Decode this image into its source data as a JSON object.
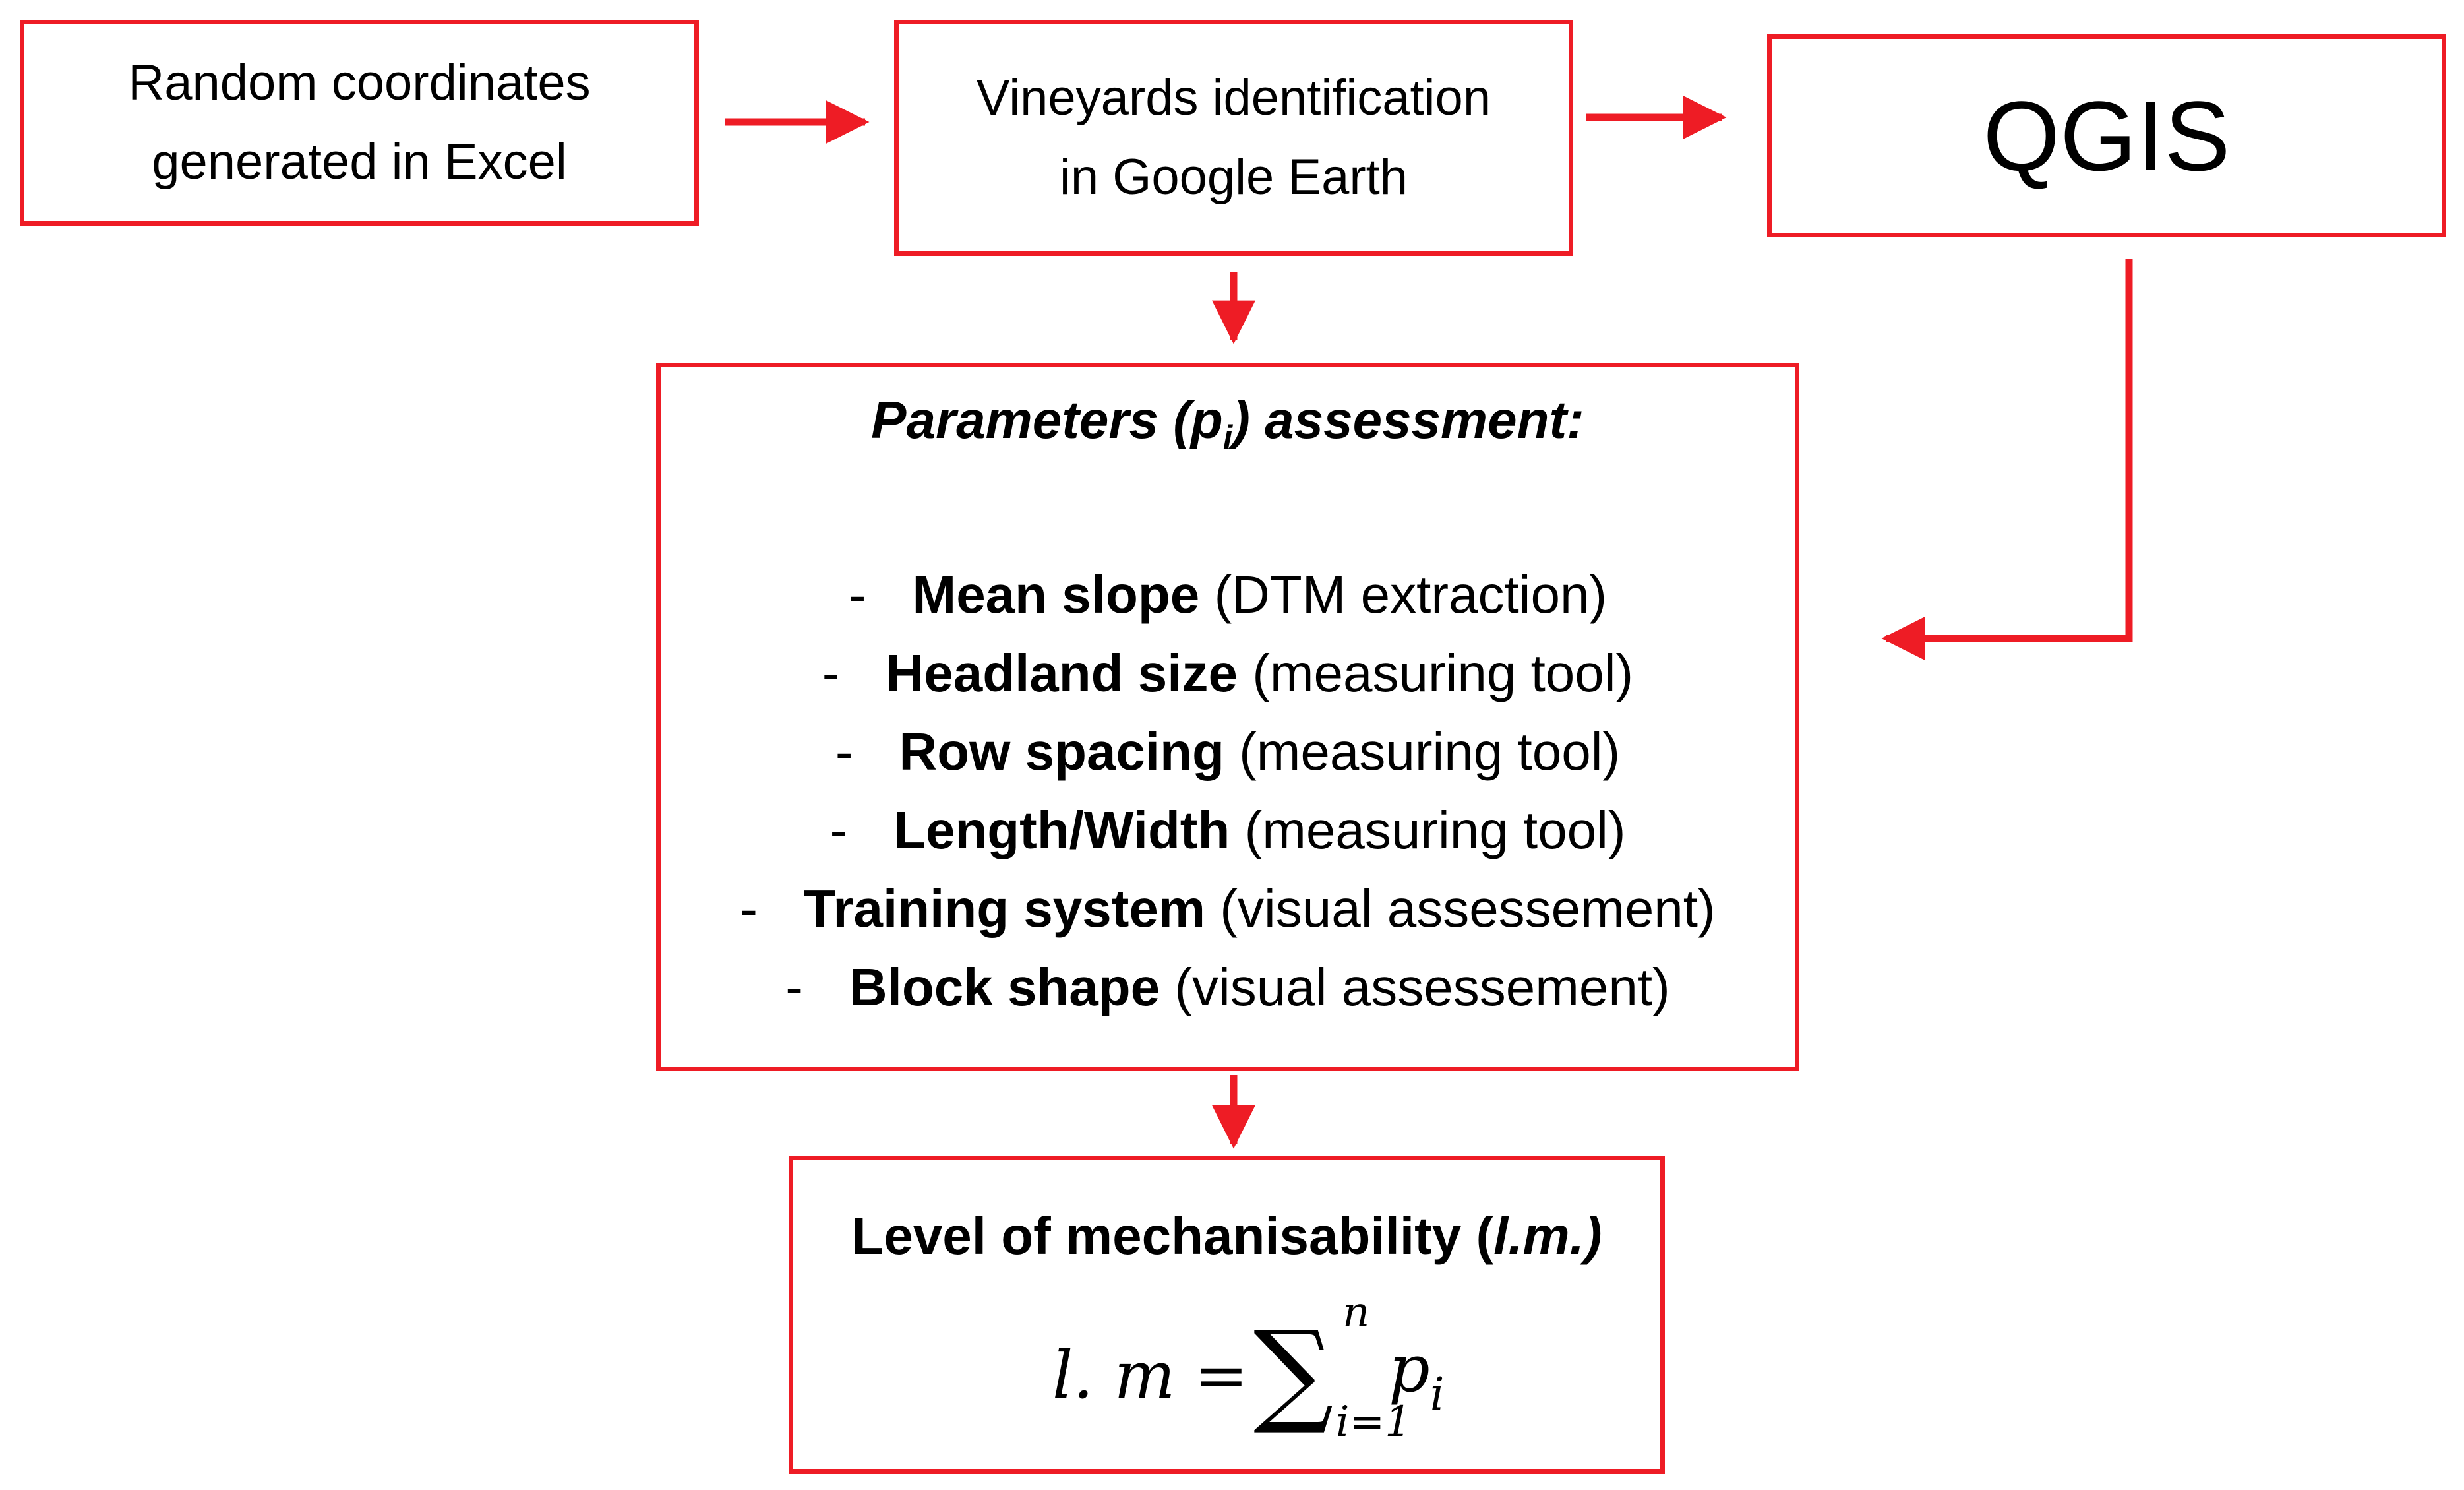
{
  "diagram": {
    "colors": {
      "box_border": "#ee1c25",
      "arrow": "#ee1c25",
      "text": "#000000"
    },
    "boxes": {
      "excel": {
        "line1": "Random coordinates",
        "line2": "generated in Excel"
      },
      "google_earth": {
        "line1": "Vineyards identification",
        "line2": "in Google Earth"
      },
      "qgis": {
        "label": "QGIS"
      },
      "parameters": {
        "title_before": "Parameters (p",
        "title_sub": "i",
        "title_after": ") assessment:",
        "items": [
          {
            "dash": "-",
            "name": "Mean slope",
            "method": "(DTM extraction)"
          },
          {
            "dash": "-",
            "name": "Headland size",
            "method": "(measuring tool)"
          },
          {
            "dash": "-",
            "name": "Row spacing",
            "method": "(measuring tool)"
          },
          {
            "dash": "-",
            "name": "Length/Width",
            "method": "(measuring tool)"
          },
          {
            "dash": "-",
            "name": "Training system",
            "method": "(visual assessement)"
          },
          {
            "dash": "-",
            "name": "Block shape",
            "method": "(visual assessement)"
          }
        ]
      },
      "mechanisability": {
        "title_before": "Level of mechanisability (",
        "title_abbrev": "l.m.)",
        "formula": {
          "lhs": "l. m",
          "equals": "=",
          "sum_symbol": "∑",
          "upper": "n",
          "lower": "i=1",
          "term_base": "p",
          "term_sub": "i"
        }
      }
    }
  }
}
